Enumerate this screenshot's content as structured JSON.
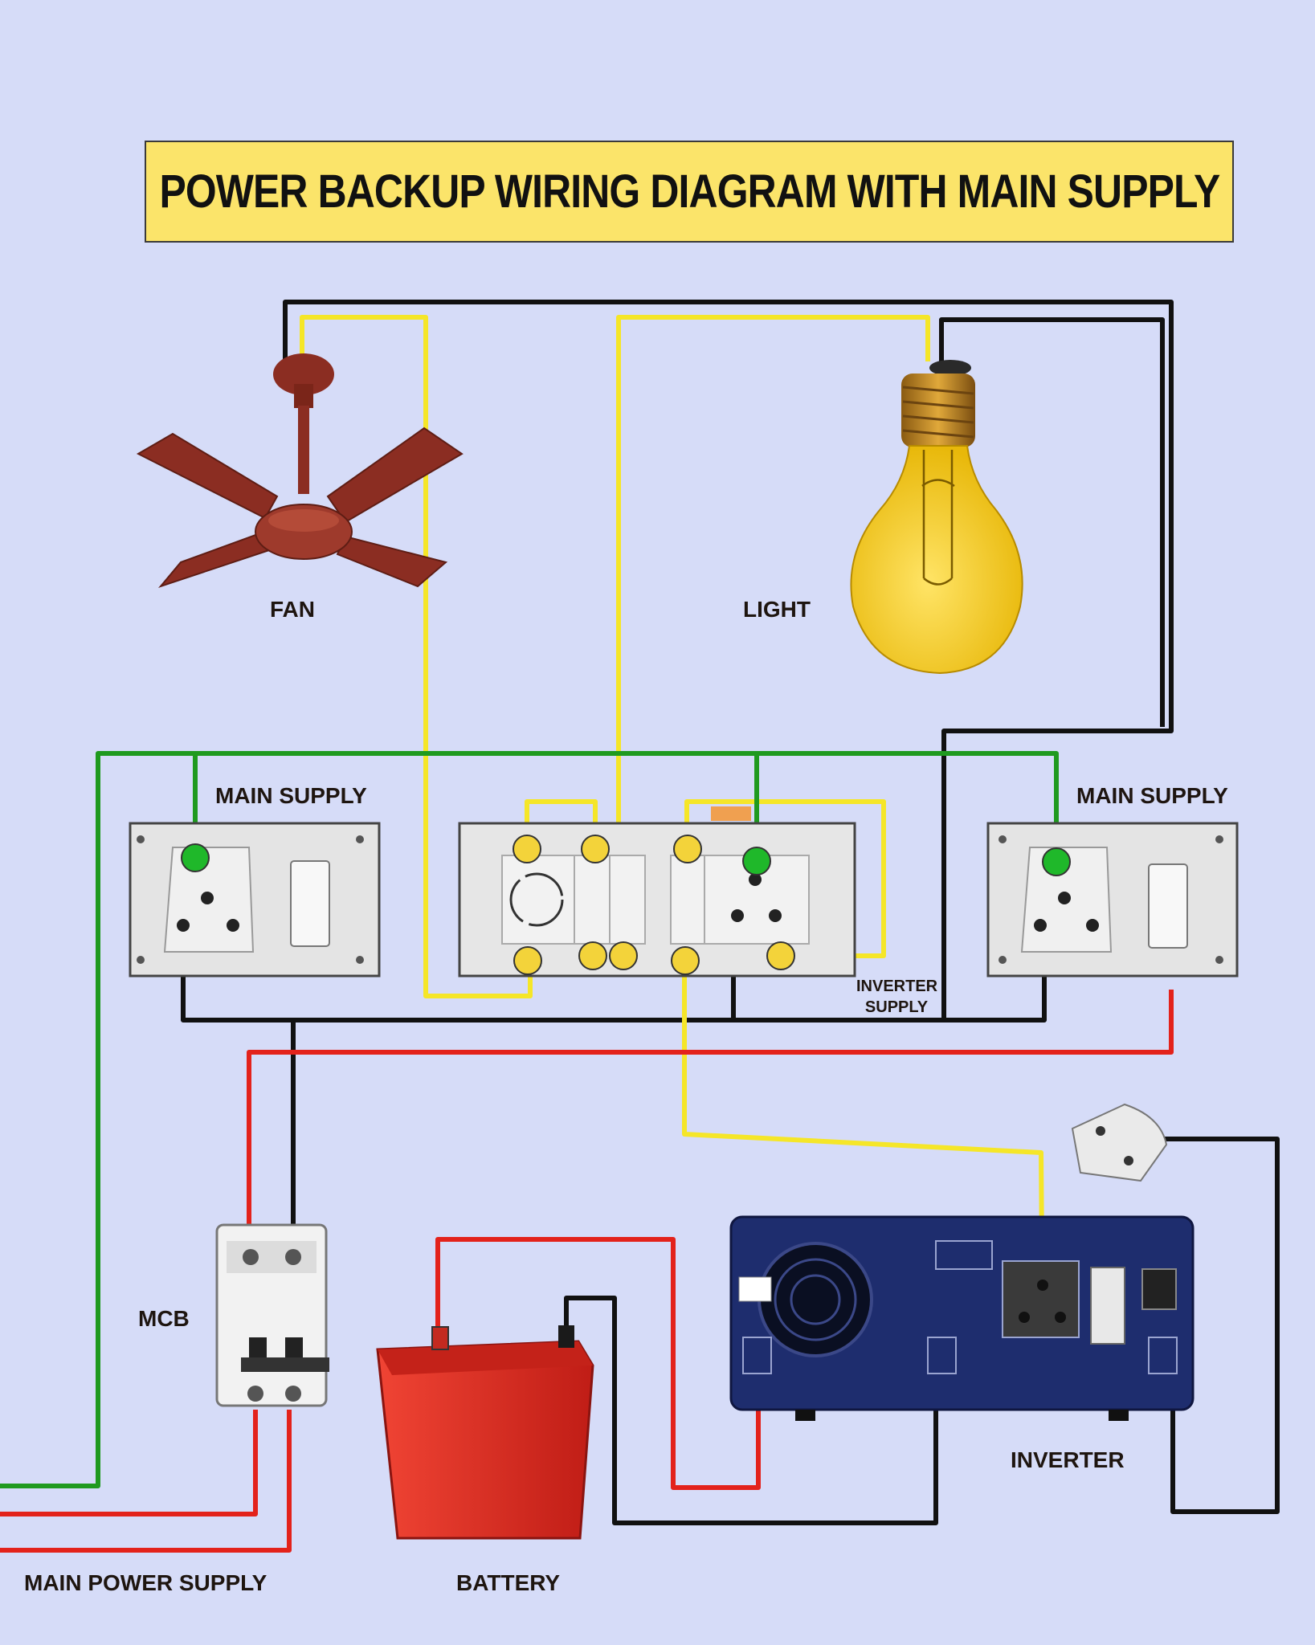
{
  "title": "POWER BACKUP WIRING DIAGRAM WITH MAIN SUPPLY",
  "labels": {
    "fan": "FAN",
    "light": "LIGHT",
    "main_supply_left": "MAIN SUPPLY",
    "main_supply_right": "MAIN SUPPLY",
    "inverter_supply_line1": "INVERTER",
    "inverter_supply_line2": "SUPPLY",
    "mcb": "MCB",
    "main_power_supply": "MAIN POWER SUPPLY",
    "battery": "BATTERY",
    "inverter": "INVERTER"
  },
  "colors": {
    "background": "#d6dcf8",
    "title_background": "#fbe46a",
    "wire_black": "#111111",
    "wire_yellow": "#f5e628",
    "wire_green": "#1f9a1f",
    "wire_red": "#e3221b",
    "terminal_yellow": "#f3d33a",
    "terminal_green": "#1fb82a",
    "inverter_body": "#1e2d6e",
    "battery_body": "#e42a22",
    "fan_body": "#8b2d22",
    "bulb_glass": "#f7d126"
  },
  "icons": [
    "ceiling-fan",
    "light-bulb",
    "switchboard",
    "mcb-breaker",
    "battery",
    "inverter",
    "plug"
  ]
}
